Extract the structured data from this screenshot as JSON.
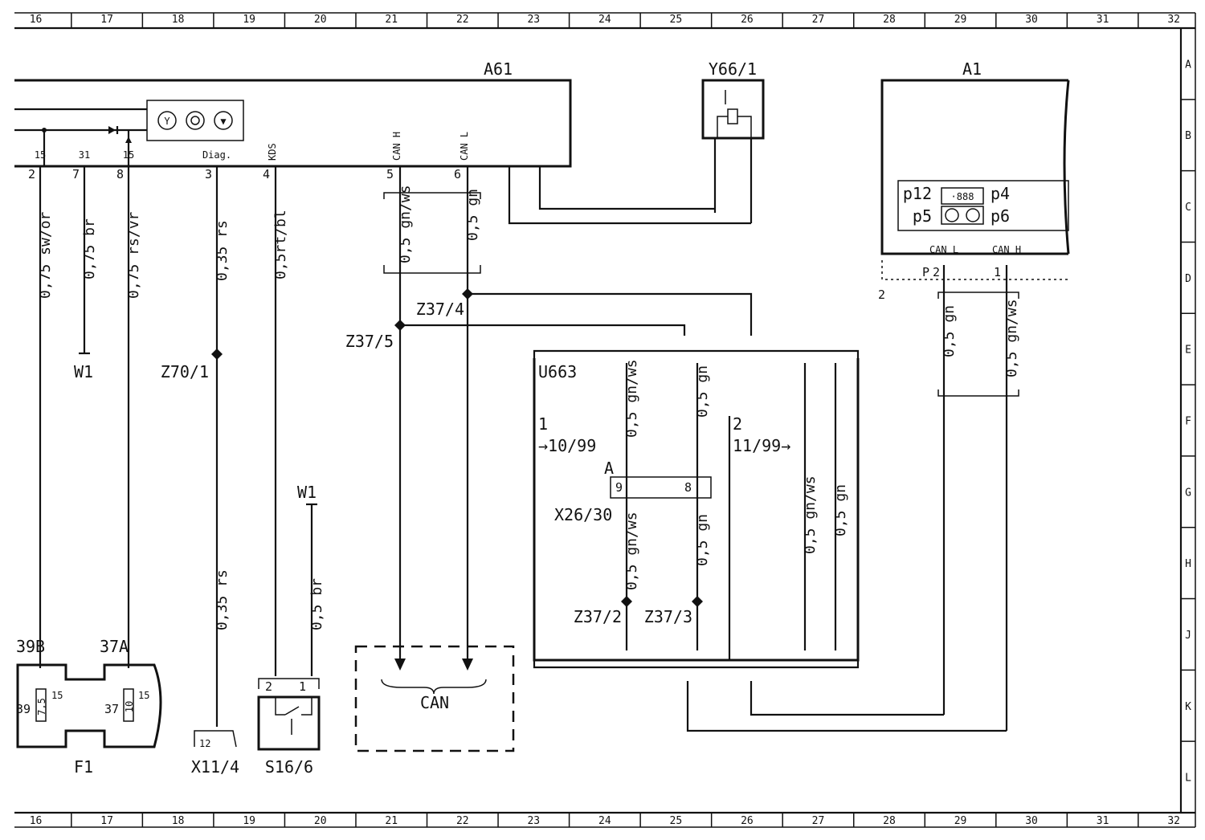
{
  "grid": {
    "columns": [
      "16",
      "17",
      "18",
      "19",
      "20",
      "21",
      "22",
      "23",
      "24",
      "25",
      "26",
      "27",
      "28",
      "29",
      "30",
      "31",
      "32"
    ],
    "rows": [
      "A",
      "B",
      "C",
      "D",
      "E",
      "F",
      "G",
      "H",
      "J",
      "K",
      "L"
    ]
  },
  "components": {
    "a61": "A61",
    "y66": "Y66/1",
    "a1": "A1",
    "u663": "U663",
    "x26": "X26/30",
    "x26_letter": "A",
    "f1": "F1",
    "x11": "X11/4",
    "s16": "S16/6",
    "can_box": "CAN",
    "w1_top": "W1",
    "w1_bottom": "W1"
  },
  "a61_pins": {
    "p2": "2",
    "p2_top": "15",
    "p7": "7",
    "p7_top": "31",
    "p8": "8",
    "p8_top": "15",
    "p3": "3",
    "p3_top": "Diag.",
    "p4": "4",
    "p4_top": "KDS",
    "p5": "5",
    "p5_top": "CAN H",
    "p6": "6",
    "p6_top": "CAN L"
  },
  "a1_pins": {
    "p12": "p12",
    "p4": "p4",
    "p5": "p5",
    "p6": "p6",
    "can_l": "CAN L",
    "can_h": "CAN H",
    "pin2": "2",
    "pin1": "1",
    "p_letter": "P",
    "note": "2"
  },
  "wires": {
    "w2": "0,75 sw/or",
    "w7": "0,75 br",
    "w8": "0,75 rs/vr",
    "w3": "0,35 rs",
    "w3b": "0,35 rs",
    "w4": "0,5rt/bl",
    "w4b": "0,5 br",
    "w5": "0,5 gn/ws",
    "w6": "0,5 gn",
    "a1_l": "0,5 gn",
    "a1_h": "0,5 gn/ws",
    "u_a": "0,5 gn/ws",
    "u_b": "0,5 gn",
    "u_c": "0,5 gn/ws",
    "u_d": "0,5 gn",
    "u_e": "0,5 gn/ws",
    "u_f": "0,5 gn"
  },
  "splices": {
    "z70": "Z70/1",
    "z37_4": "Z37/4",
    "z37_5": "Z37/5",
    "z37_2": "Z37/2",
    "z37_3": "Z37/3"
  },
  "u663_notes": {
    "n1": "1",
    "d1": "→10/99",
    "n2": "2",
    "d2": "11/99→"
  },
  "x26_pins": {
    "p9": "9",
    "p8": "8"
  },
  "fuses": {
    "f39b": "39B",
    "f37a": "37A",
    "f39": "39",
    "f37": "37",
    "f15a": "15",
    "f15b": "15",
    "f75": "7,5",
    "f10": "10"
  },
  "x11_pin": "12",
  "s16_pins": {
    "p2": "2",
    "p1": "1"
  }
}
